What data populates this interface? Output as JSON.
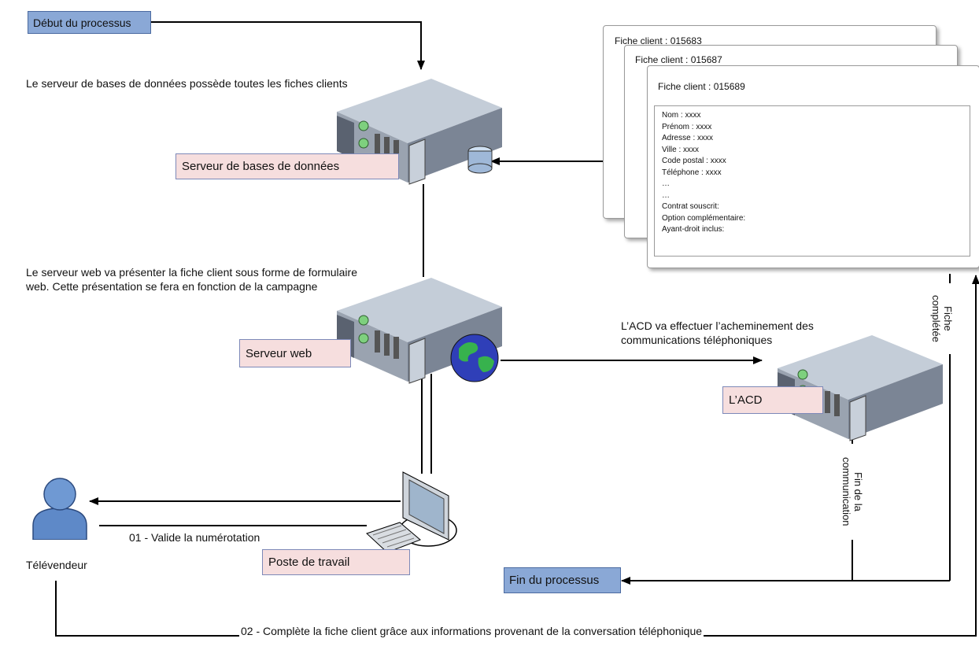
{
  "start": {
    "label": "Début du processus"
  },
  "end": {
    "label": "Fin du processus"
  },
  "db_server": {
    "caption": "Le serveur de bases de données possède toutes les fiches clients",
    "label": "Serveur de bases de données"
  },
  "web_server": {
    "caption_line1": "Le serveur web va présenter la fiche client sous forme de formulaire",
    "caption_line2": "web. Cette présentation se fera en fonction de la campagne",
    "label": "Serveur web"
  },
  "acd": {
    "caption_line1": "L’ACD va effectuer l’acheminement des",
    "caption_line2": "communications téléphoniques",
    "label": "L’ACD"
  },
  "workstation": {
    "label": "Poste de travail"
  },
  "person": {
    "label": "Télévendeur"
  },
  "cards": [
    {
      "title": "Fiche client : 015683"
    },
    {
      "title": "Fiche client : 015687"
    },
    {
      "title": "Fiche client : 015689",
      "fields": [
        "Nom : xxxx",
        "Prénom : xxxx",
        "Adresse : xxxx",
        "Ville : xxxx",
        "Code postal : xxxx",
        "Téléphone : xxxx",
        "…",
        "…",
        "Contrat souscrit:",
        "Option complémentaire:",
        "Ayant-droit inclus:"
      ]
    }
  ],
  "edges": {
    "validate": "01 - Valide la numérotation",
    "complete": "02 - Complète la fiche client grâce aux informations provenant de la conversation téléphonique",
    "fiche_line1": "Fiche",
    "fiche_line2": "complétée",
    "fin_line1": "Fin de la",
    "fin_line2": "communication"
  }
}
